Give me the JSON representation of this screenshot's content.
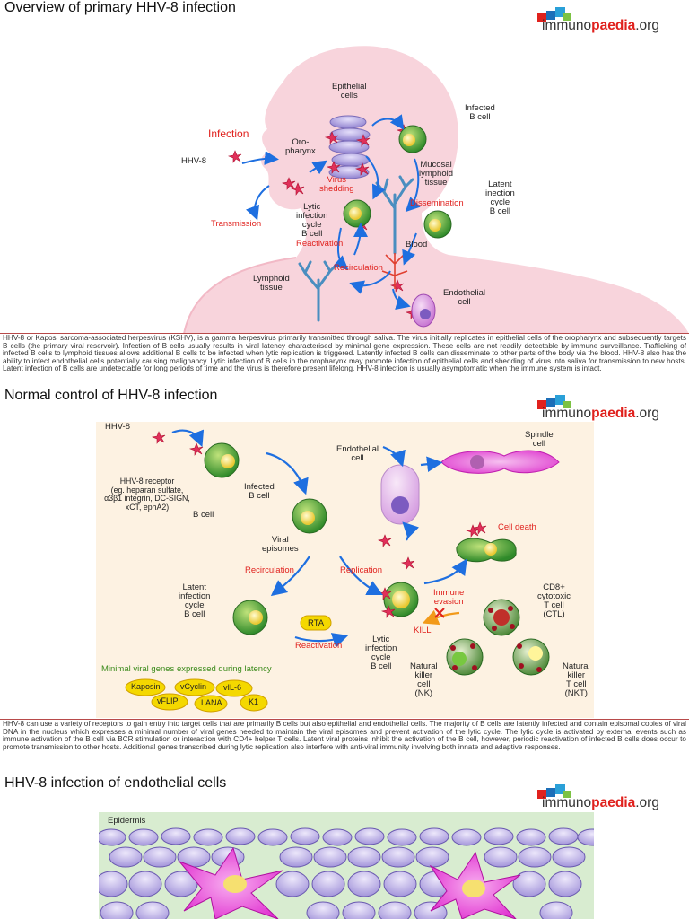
{
  "brand": {
    "prefix": "immuno",
    "accent": "paedia",
    "suffix": ".org",
    "accent_color": "#e0211d"
  },
  "sections": [
    {
      "title": "Overview of primary HHV-8 infection",
      "labels": {
        "infection": "Infection",
        "hhv8": "HHV-8",
        "transmission": "Transmission",
        "epithelial_cells": [
          "Epithelial",
          "cells"
        ],
        "oropharynx": [
          "Oro-",
          "pharynx"
        ],
        "infected_b_cell": [
          "Infected",
          "B cell"
        ],
        "virus_shedding": [
          "Virus",
          "shedding"
        ],
        "mucosal_lymphoid": [
          "Mucosal",
          "lymphoid",
          "tissue"
        ],
        "lytic_cycle": [
          "Lytic",
          "infection",
          "cycle",
          "B cell"
        ],
        "reactivation": "Reactivation",
        "dissemination": "Dissemination",
        "latent_cycle": [
          "Latent",
          "inection",
          "cycle",
          "B cell"
        ],
        "blood": "Blood",
        "recirculation": "Recirculation",
        "lymphoid_tissue": [
          "Lymphoid",
          "tissue"
        ],
        "endothelial_cell": [
          "Endothelial",
          "cell"
        ]
      },
      "paragraph": "HHV-8 or Kaposi sarcoma-associated herpesvirus (KSHV), is a gamma herpesvirus primarily transmitted through saliva. The virus initially replicates in epithelial cells of the oropharynx and subsequently targets B cells (the primary viral reservoir). Infection of B cells usually results in viral latency characterised by minimal gene expression. These cells are not readily detectable by immune surveillance. Trafficking of infected B cells to lymphoid tissues allows additional B cells to be infected when lytic replication is triggered. Latently infected B cells can disseminate to other parts of the body via the blood. HHV-8 also has the ability to infect endothelial cells potentially causing malignancy. Lytic infection of B cells in the oropharynx may promote infection of epithelial cells and shedding of virus into saliva for transmission to new hosts. Latent infection of B cells are undetectable for long periods of time and the virus is therefore present lifelong. HHV-8 infection is usually asymptomatic when the immune system is intact."
    },
    {
      "title": "Normal control of HHV-8 infection",
      "labels": {
        "hhv8": "HHV-8",
        "receptor": [
          "HHV-8 receptor",
          "(eg. heparan sulfate,",
          "α3β1 integrin, DC-SIGN,",
          "xCT, ephA2)"
        ],
        "b_cell": "B cell",
        "infected_b_cell": [
          "Infected",
          "B cell"
        ],
        "viral_episomes": [
          "Viral",
          "episomes"
        ],
        "endothelial_cell": [
          "Endothelial",
          "cell"
        ],
        "spindle_cell": [
          "Spindle",
          "cell"
        ],
        "cell_death": "Cell death",
        "recirculation": "Recirculation",
        "replication": "Replication",
        "latent_cycle": [
          "Latent",
          "infection",
          "cycle",
          "B cell"
        ],
        "rta": "RTA",
        "reactivation": "Reactivation",
        "immune_evasion": [
          "Immune",
          "evasion"
        ],
        "kill": "KILL",
        "ctl": [
          "CD8+",
          "cytotoxic",
          "T cell",
          "(CTL)"
        ],
        "lytic_cycle": [
          "Lytic",
          "infection",
          "cycle",
          "B cell"
        ],
        "nk": [
          "Natural",
          "killer",
          "cell",
          "(NK)"
        ],
        "nkt": [
          "Natural",
          "killer",
          "T cell",
          "(NKT)"
        ],
        "minimal_genes": "Minimal viral genes expressed during latency",
        "genes": [
          "Kaposin",
          "vCyclin",
          "vIL-6",
          "vFLIP",
          "LANA",
          "K1"
        ]
      },
      "paragraph": "HHV-8 can use a variety of receptors to gain entry into target cells that are primarily B cells but also epithelial and endothelial cells. The majority of B cells are latently infected and contain episomal copies of viral DNA  in the nucleus which expresses a minimal number of viral genes needed to maintain the viral episomes and prevent activation of the lytic cycle. The lytic cycle is activated by external events such as immune activation of the B cell via BCR stimulation or interaction with CD4+ helper T cells. Latent viral proteins inhibit the activation of the B cell, however, periodic reactivation of infected B cells does occur to promote transmission to other hosts. Additional genes transcribed during lytic replication also interfere with anti-viral immunity involving both innate and adaptive responses."
    },
    {
      "title": "HHV-8 infection of endothelial cells",
      "labels": {
        "epidermis": "Epidermis"
      }
    }
  ]
}
